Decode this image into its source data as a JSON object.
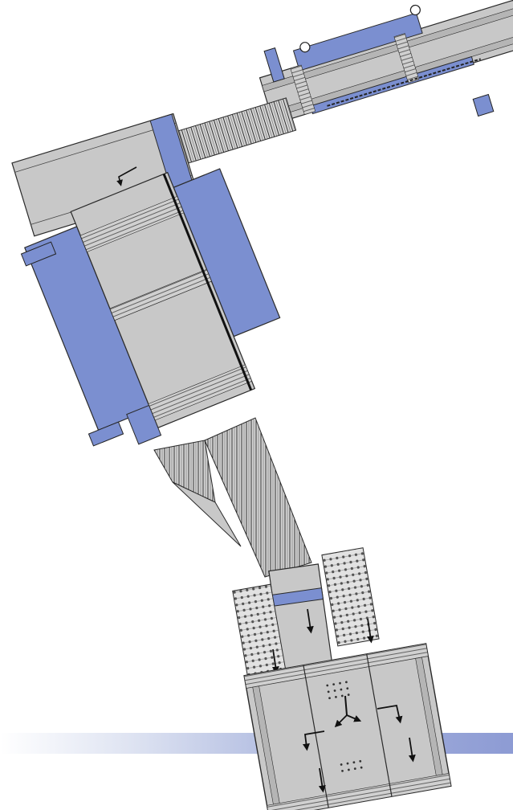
{
  "drawing": {
    "colors": {
      "accent_blue": "#7b8fd0",
      "accent_blue_dark": "#5a6fb6",
      "steel_grey": "#c8c8c8",
      "line_dark": "#2a2a2a",
      "band_start": "#ffffff",
      "band_end": "#8d9bd4"
    },
    "components": [
      "top-conveyor",
      "diagonal-chute",
      "loading-platform",
      "main-conveyor",
      "slatted-chute",
      "transfer-section",
      "left-roller-conveyor",
      "right-roller-conveyor",
      "distribution-table"
    ],
    "flow_arrows": [
      "down-left-arrow",
      "down-arrow",
      "down-arrow",
      "down-arrow",
      "bidirectional-arrow",
      "right-down-arrow",
      "left-down-arrow",
      "down-arrow",
      "down-arrow"
    ]
  }
}
